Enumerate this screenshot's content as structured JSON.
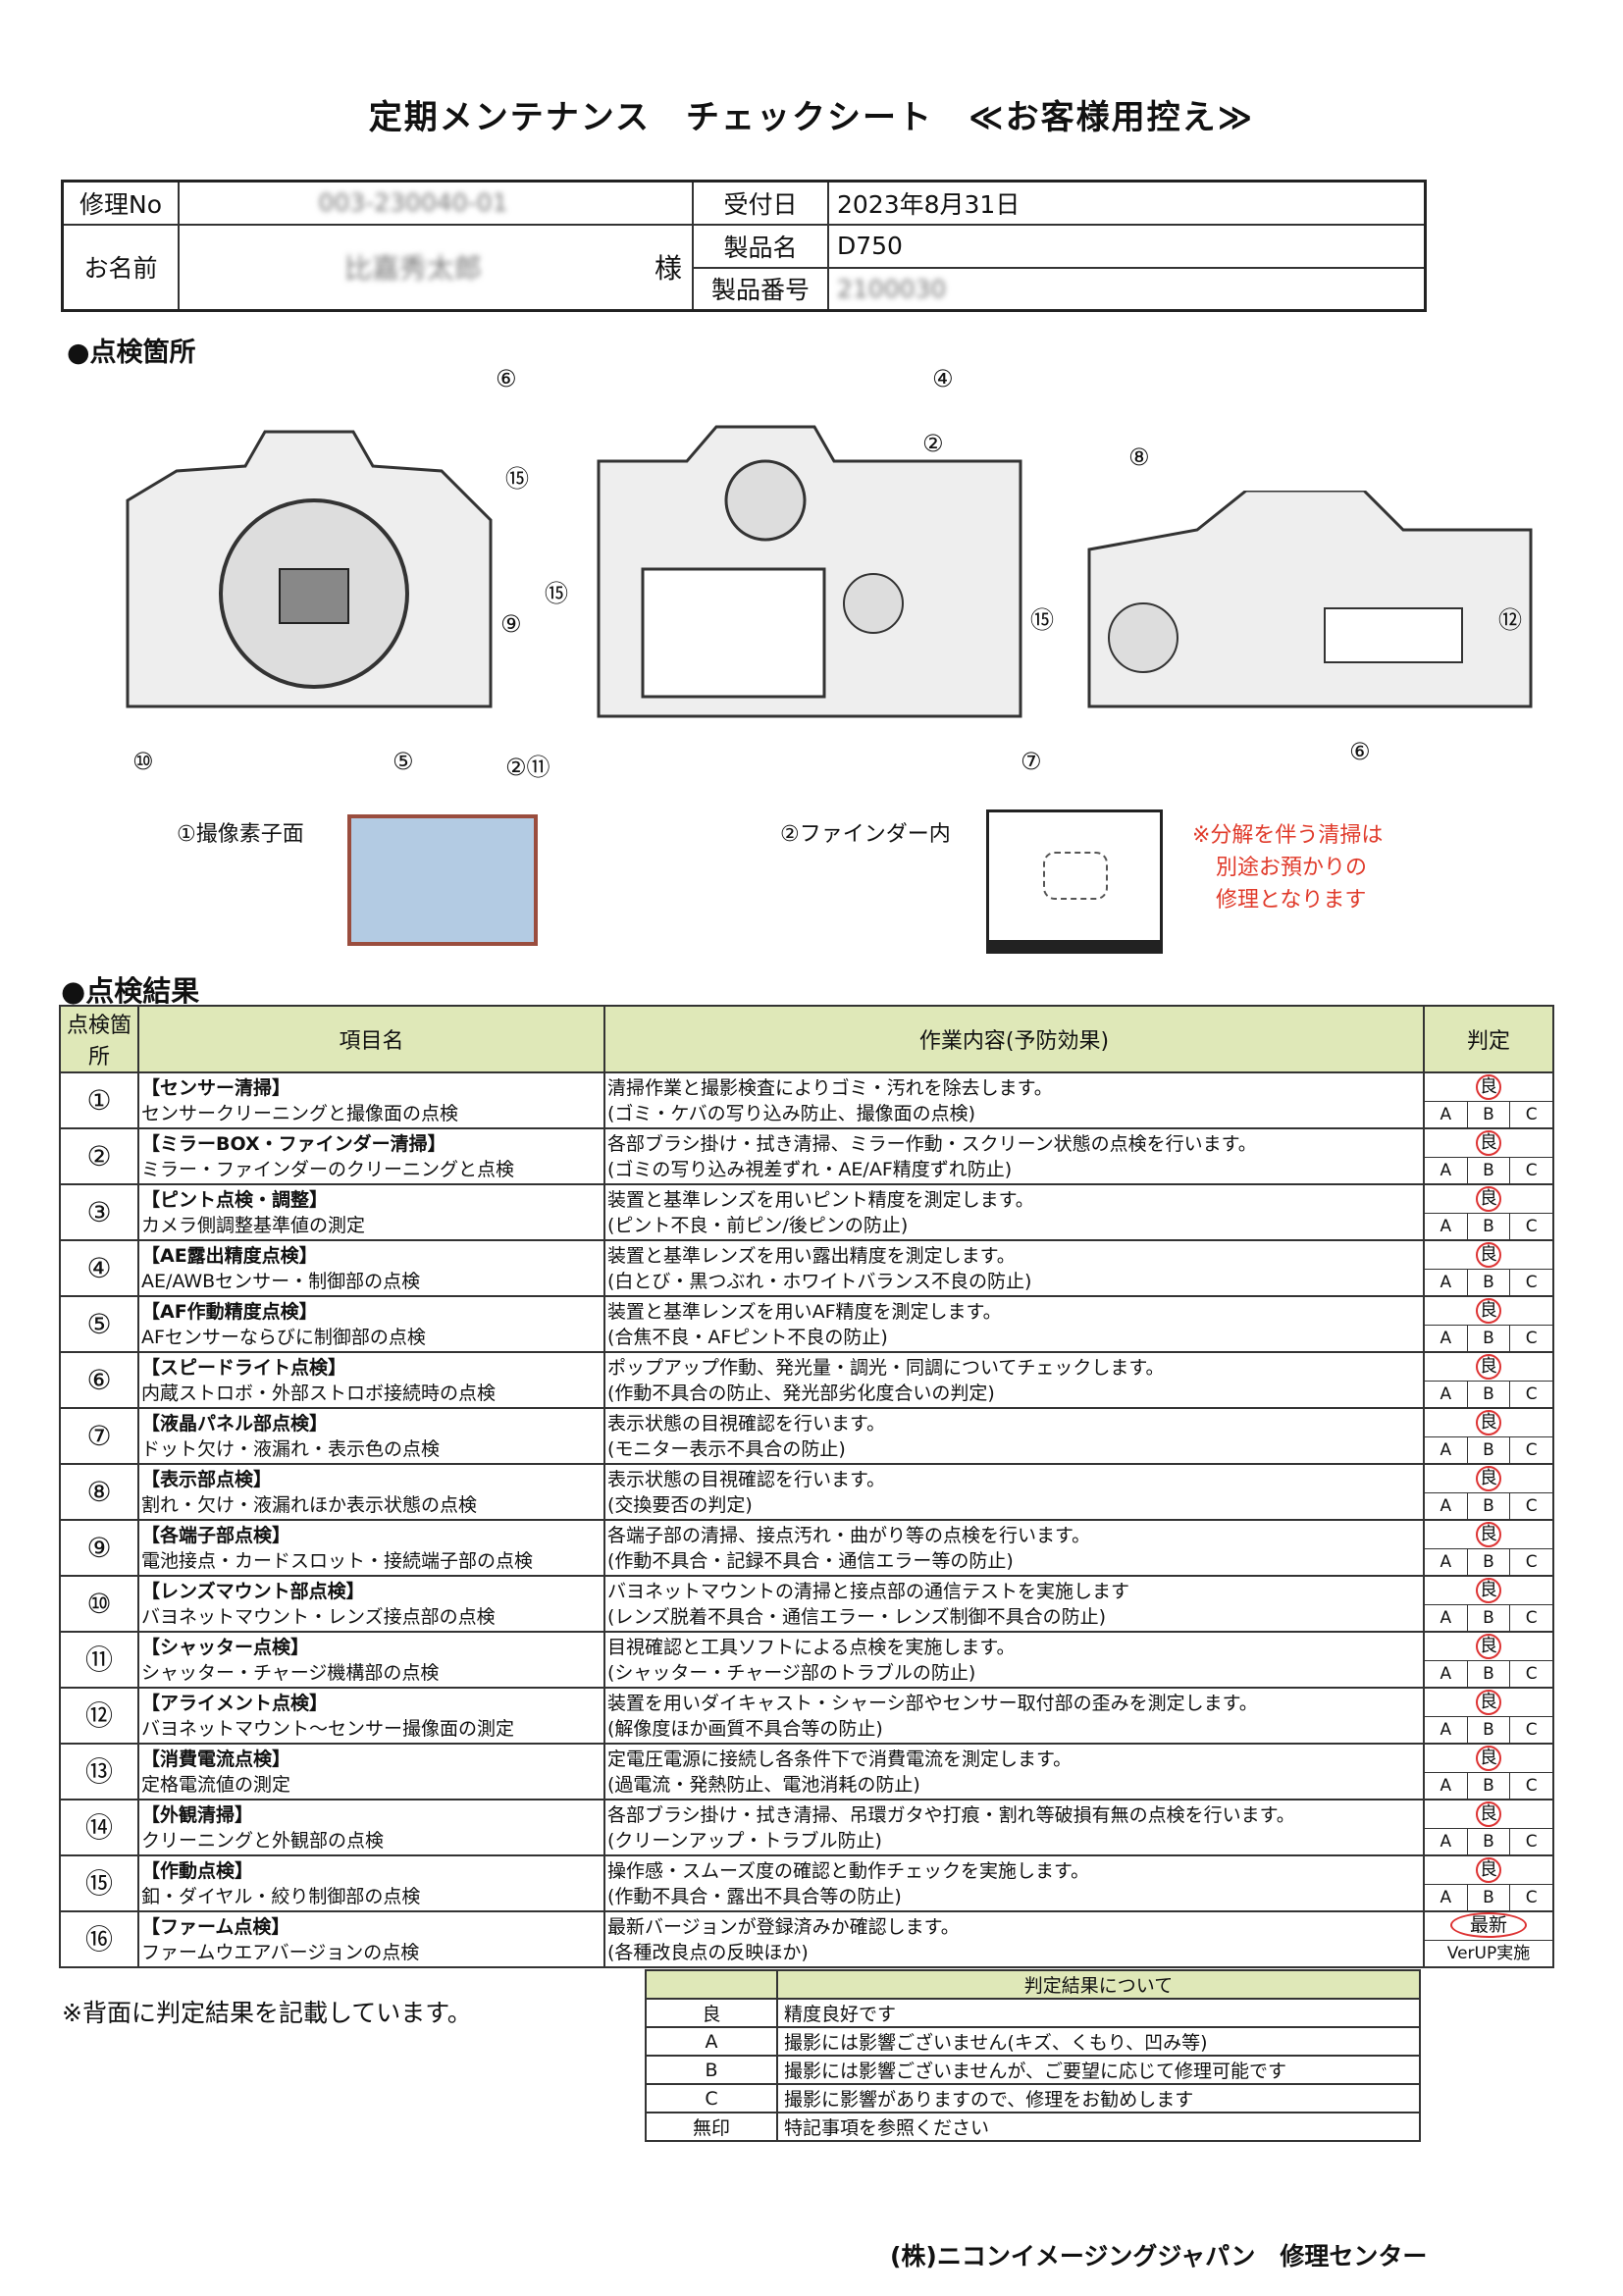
{
  "title": "定期メンテナンス　チェックシート　≪お客様用控え≫",
  "info": {
    "repair_no_label": "修理No",
    "repair_no": "003-230040-01",
    "name_label": "お名前",
    "name": "比嘉秀太郎",
    "honorific": "様",
    "received_label": "受付日",
    "received": "2023年8月31日",
    "product_label": "製品名",
    "product": "D750",
    "serial_label": "製品番号",
    "serial": "2100030"
  },
  "section_points": "●点検箇所",
  "section_results": "●点検結果",
  "callouts": [
    "⑥",
    "⑮",
    "⑨",
    "⑩",
    "⑤",
    "②⑪",
    "④",
    "②",
    "⑮",
    "⑮",
    "⑦",
    "⑧",
    "⑫",
    "⑥"
  ],
  "samples": {
    "sensor": "①撮像素子面",
    "finder": "②ファインダー内"
  },
  "note": [
    "※分解を伴う清掃は",
    "別途お預かりの",
    "修理となります"
  ],
  "table": {
    "headers": [
      "点検箇所",
      "項目名",
      "作業内容(予防効果)",
      "判定"
    ],
    "grade_mark": "良",
    "grades": [
      "A",
      "B",
      "C"
    ],
    "rows": [
      {
        "n": "①",
        "t": "【センサー清掃】",
        "s": "センサークリーニングと撮像面の点検",
        "d1": "清掃作業と撮影検査によりゴミ・汚れを除去します。",
        "d2": "(ゴミ・ケバの写り込み防止、撮像面の点検)"
      },
      {
        "n": "②",
        "t": "【ミラーBOX・ファインダー清掃】",
        "s": "ミラー・ファインダーのクリーニングと点検",
        "d1": "各部ブラシ掛け・拭き清掃、ミラー作動・スクリーン状態の点検を行います。",
        "d2": "(ゴミの写り込み視差ずれ・AE/AF精度ずれ防止)"
      },
      {
        "n": "③",
        "t": "【ピント点検・調整】",
        "s": "カメラ側調整基準値の測定",
        "d1": "装置と基準レンズを用いピント精度を測定します。",
        "d2": "(ピント不良・前ピン/後ピンの防止)"
      },
      {
        "n": "④",
        "t": "【AE露出精度点検】",
        "s": "AE/AWBセンサー・制御部の点検",
        "d1": "装置と基準レンズを用い露出精度を測定します。",
        "d2": "(白とび・黒つぶれ・ホワイトバランス不良の防止)"
      },
      {
        "n": "⑤",
        "t": "【AF作動精度点検】",
        "s": "AFセンサーならびに制御部の点検",
        "d1": "装置と基準レンズを用いAF精度を測定します。",
        "d2": "(合焦不良・AFピント不良の防止)"
      },
      {
        "n": "⑥",
        "t": "【スピードライト点検】",
        "s": "内蔵ストロボ・外部ストロボ接続時の点検",
        "d1": "ポップアップ作動、発光量・調光・同調についてチェックします。",
        "d2": "(作動不具合の防止、発光部劣化度合いの判定)"
      },
      {
        "n": "⑦",
        "t": "【液晶パネル部点検】",
        "s": "ドット欠け・液漏れ・表示色の点検",
        "d1": "表示状態の目視確認を行います。",
        "d2": "(モニター表示不具合の防止)"
      },
      {
        "n": "⑧",
        "t": "【表示部点検】",
        "s": "割れ・欠け・液漏れほか表示状態の点検",
        "d1": "表示状態の目視確認を行います。",
        "d2": "(交換要否の判定)"
      },
      {
        "n": "⑨",
        "t": "【各端子部点検】",
        "s": "電池接点・カードスロット・接続端子部の点検",
        "d1": "各端子部の清掃、接点汚れ・曲がり等の点検を行います。",
        "d2": "(作動不具合・記録不具合・通信エラー等の防止)"
      },
      {
        "n": "⑩",
        "t": "【レンズマウント部点検】",
        "s": "バヨネットマウント・レンズ接点部の点検",
        "d1": "バヨネットマウントの清掃と接点部の通信テストを実施します",
        "d2": "(レンズ脱着不具合・通信エラー・レンズ制御不具合の防止)"
      },
      {
        "n": "⑪",
        "t": "【シャッター点検】",
        "s": "シャッター・チャージ機構部の点検",
        "d1": "目視確認と工具ソフトによる点検を実施します。",
        "d2": "(シャッター・チャージ部のトラブルの防止)"
      },
      {
        "n": "⑫",
        "t": "【アライメント点検】",
        "s": "バヨネットマウント～センサー撮像面の測定",
        "d1": "装置を用いダイキャスト・シャーシ部やセンサー取付部の歪みを測定します。",
        "d2": "(解像度ほか画質不具合等の防止)"
      },
      {
        "n": "⑬",
        "t": "【消費電流点検】",
        "s": "定格電流値の測定",
        "d1": "定電圧電源に接続し各条件下で消費電流を測定します。",
        "d2": "(過電流・発熱防止、電池消耗の防止)"
      },
      {
        "n": "⑭",
        "t": "【外観清掃】",
        "s": "クリーニングと外観部の点検",
        "d1": "各部ブラシ掛け・拭き清掃、吊環ガタや打痕・割れ等破損有無の点検を行います。",
        "d2": "(クリーンアップ・トラブル防止)"
      },
      {
        "n": "⑮",
        "t": "【作動点検】",
        "s": "釦・ダイヤル・絞り制御部の点検",
        "d1": "操作感・スムーズ度の確認と動作チェックを実施します。",
        "d2": "(作動不具合・露出不具合等の防止)"
      },
      {
        "n": "⑯",
        "t": "【ファーム点検】",
        "s": "ファームウエアバージョンの点検",
        "d1": "最新バージョンが登録済みか確認します。",
        "d2": "(各種改良点の反映ほか)",
        "j1": "最新",
        "j2": "VerUP実施"
      }
    ]
  },
  "back_note": "※背面に判定結果を記載しています。",
  "legend": {
    "title": "判定結果について",
    "rows": [
      [
        "良",
        "精度良好です"
      ],
      [
        "A",
        "撮影には影響ございません(キズ、くもり、凹み等)"
      ],
      [
        "B",
        "撮影には影響ございませんが、ご要望に応じて修理可能です"
      ],
      [
        "C",
        "撮影に影響がありますので、修理をお勧めします"
      ],
      [
        "無印",
        "特記事項を参照ください"
      ]
    ]
  },
  "footer": "(株)ニコンイメージングジャパン　修理センター"
}
